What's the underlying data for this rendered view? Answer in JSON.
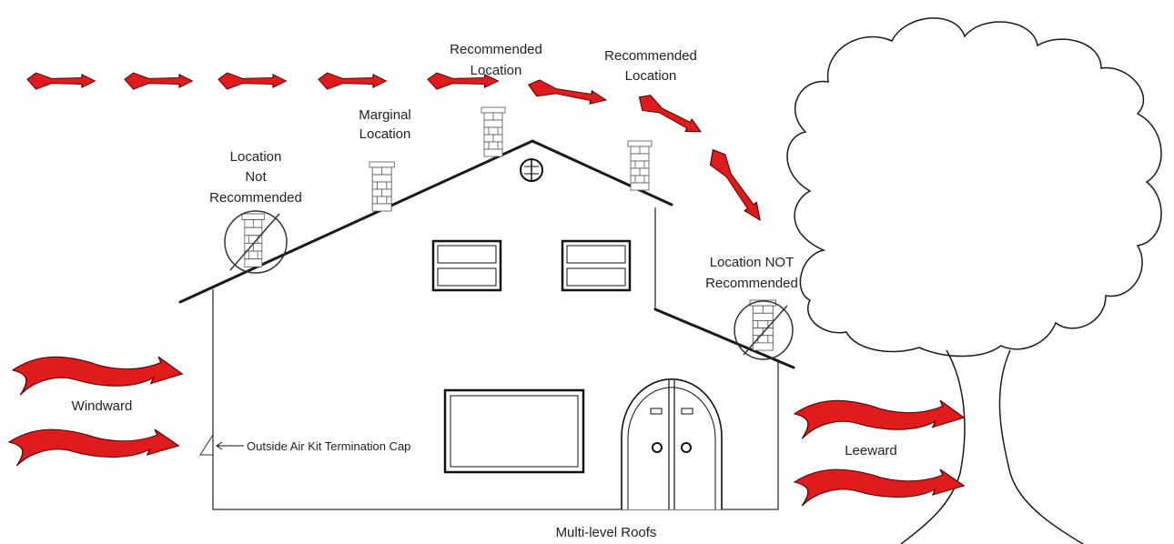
{
  "labels": {
    "recommended_1_line1": "Recommended",
    "recommended_1_line2": "Location",
    "recommended_2_line1": "Recommended",
    "recommended_2_line2": "Location",
    "marginal_line1": "Marginal",
    "marginal_line2": "Location",
    "not_recommended_left_line1": "Location",
    "not_recommended_left_line2": "Not",
    "not_recommended_left_line3": "Recommended",
    "not_recommended_right_line1": "Location NOT",
    "not_recommended_right_line2": "Recommended",
    "windward": "Windward",
    "leeward": "Leeward",
    "air_kit": "Outside Air Kit Termination Cap",
    "caption": "Multi-level Roofs"
  },
  "colors": {
    "wind_arrow": "#e01b1b",
    "line": "#1a1a1a",
    "background": "#ffffff"
  }
}
